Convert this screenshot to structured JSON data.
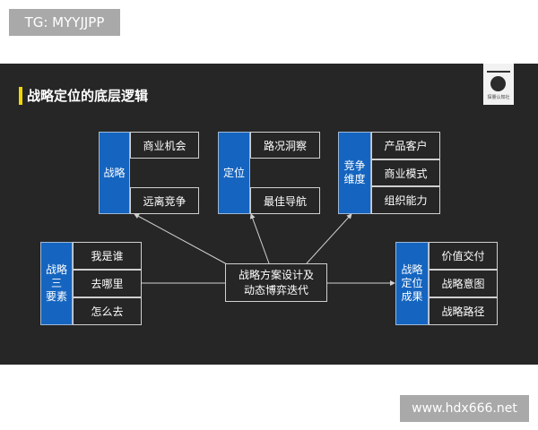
{
  "watermark_top": "TG: MYYJJPP",
  "watermark_bottom": "www.hdx666.net",
  "title": "战略定位的底层逻辑",
  "logo_text": "探量认知社",
  "groups": {
    "strategy": {
      "label": "战略",
      "items": [
        "商业机会",
        "",
        "远离竞争"
      ]
    },
    "positioning": {
      "label": "定位",
      "items": [
        "路况洞察",
        "",
        "最佳导航"
      ]
    },
    "competition": {
      "label_lines": [
        "竞争",
        "维度"
      ],
      "items": [
        "产品客户",
        "商业模式",
        "组织能力"
      ]
    },
    "three_elements": {
      "label_lines": [
        "战略",
        "三",
        "要素"
      ],
      "items": [
        "我是谁",
        "去哪里",
        "怎么去"
      ]
    },
    "results": {
      "label_lines": [
        "战略",
        "定位",
        "成果"
      ],
      "items": [
        "价值交付",
        "战略意图",
        "战略路径"
      ]
    }
  },
  "center": {
    "lines": [
      "战略方案设计及",
      "动态博弈迭代"
    ]
  },
  "colors": {
    "accent_blue": "#1565c0",
    "title_bar": "#f2d600",
    "slide_bg": "#262626"
  }
}
